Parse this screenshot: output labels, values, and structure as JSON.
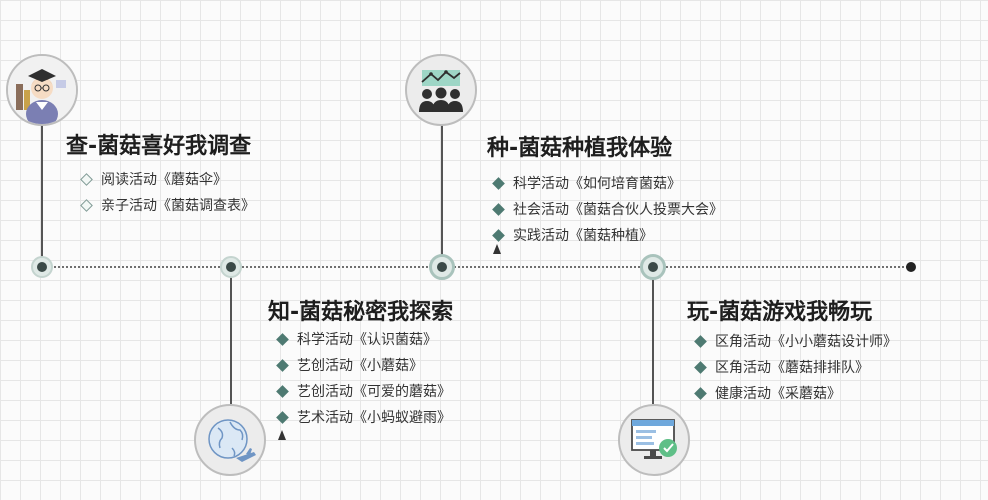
{
  "sections": [
    {
      "id": "cha",
      "title": "查-菌菇喜好我调查",
      "icon": "teacher-icon",
      "items": [
        "阅读活动《蘑菇伞》",
        "亲子活动《菌菇调查表》"
      ]
    },
    {
      "id": "zhi",
      "title": "知-菌菇秘密我探索",
      "icon": "globe-icon",
      "items": [
        "科学活动《认识菌菇》",
        "艺创活动《小蘑菇》",
        "艺创活动《可爱的蘑菇》",
        "艺术活动《小蚂蚁避雨》"
      ]
    },
    {
      "id": "zhong",
      "title": "种-菌菇种植我体验",
      "icon": "group-chart-icon",
      "items": [
        "科学活动《如何培育菌菇》",
        "社会活动《菌菇合伙人投票大会》",
        "实践活动《菌菇种植》"
      ]
    },
    {
      "id": "wan",
      "title": "玩-菌菇游戏我畅玩",
      "icon": "browser-check-icon",
      "items": [
        "区角活动《小小蘑菇设计师》",
        "区角活动《蘑菇排排队》",
        "健康活动《采蘑菇》"
      ]
    }
  ],
  "colors": {
    "bullet_outline": "#7f9a95",
    "bullet_filled": "#4e7a72",
    "node_core": "#3b4a48"
  }
}
